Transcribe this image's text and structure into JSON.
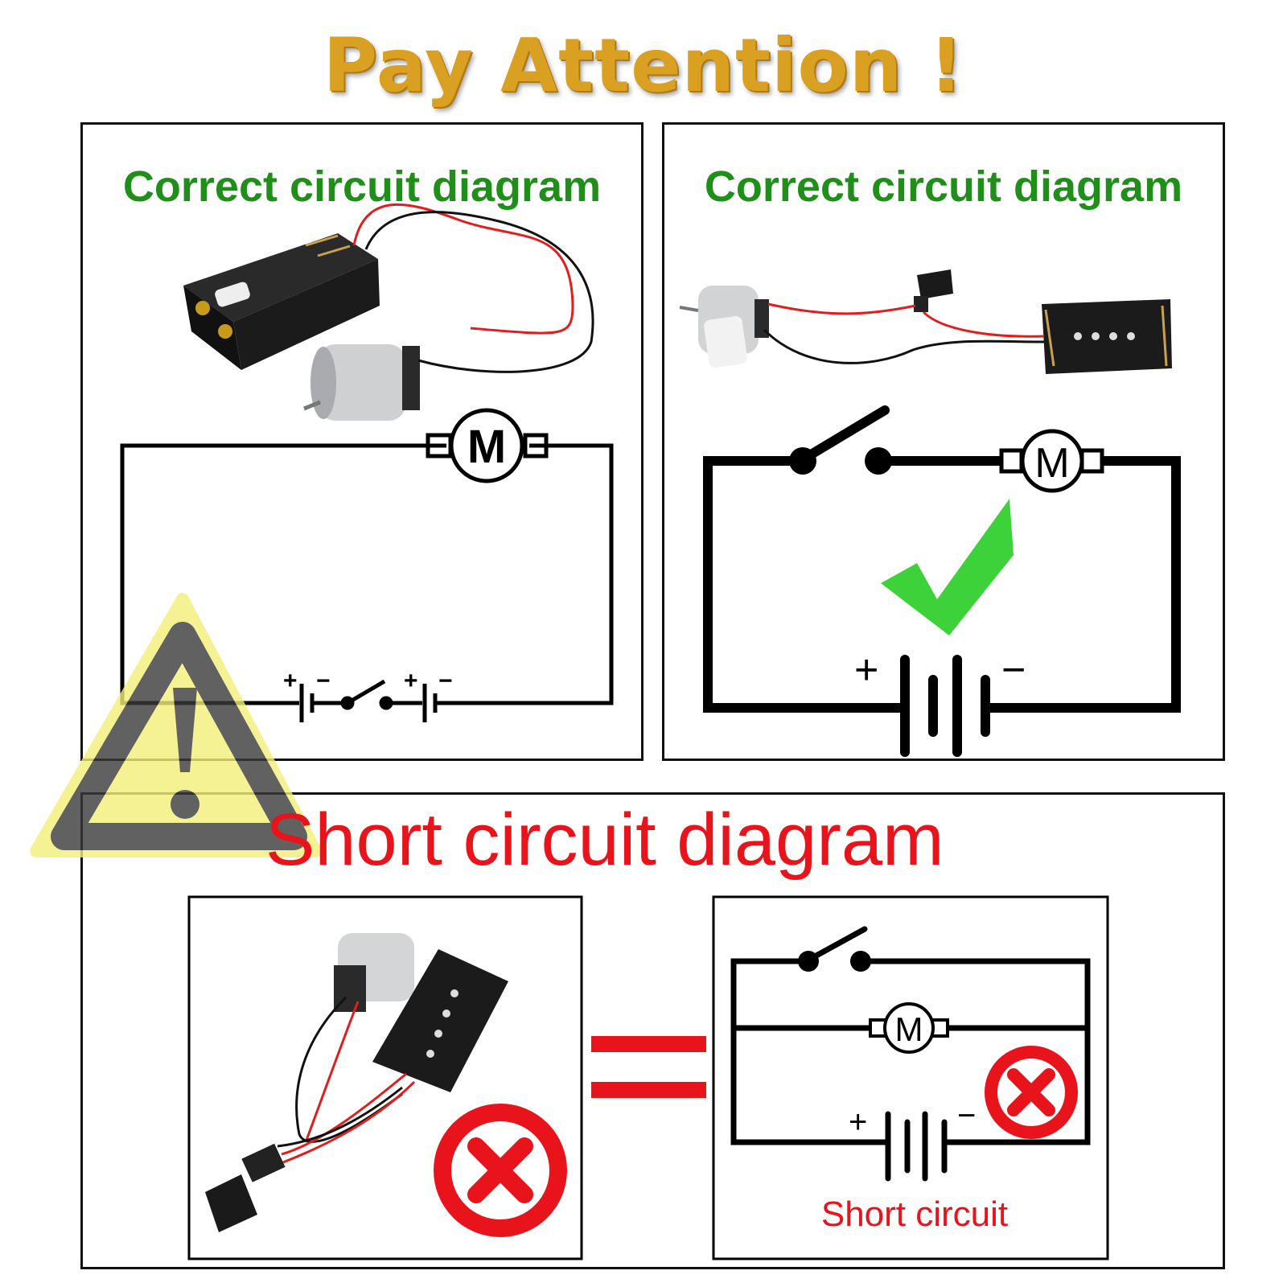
{
  "title": "Pay Attention !",
  "panels": {
    "top_left": {
      "heading": "Correct circuit diagram",
      "motor_label": "M"
    },
    "top_right": {
      "heading": "Correct circuit diagram",
      "motor_label": "M"
    },
    "bottom": {
      "heading": "Short circuit diagram",
      "motor_label": "M",
      "caption": "Short circuit"
    }
  },
  "symbols": {
    "plus": "+",
    "minus": "−"
  },
  "colors": {
    "title": "#d9a021",
    "correct": "#1f8f1a",
    "wrong": "#e8131b",
    "warning": "#f3f07a"
  }
}
